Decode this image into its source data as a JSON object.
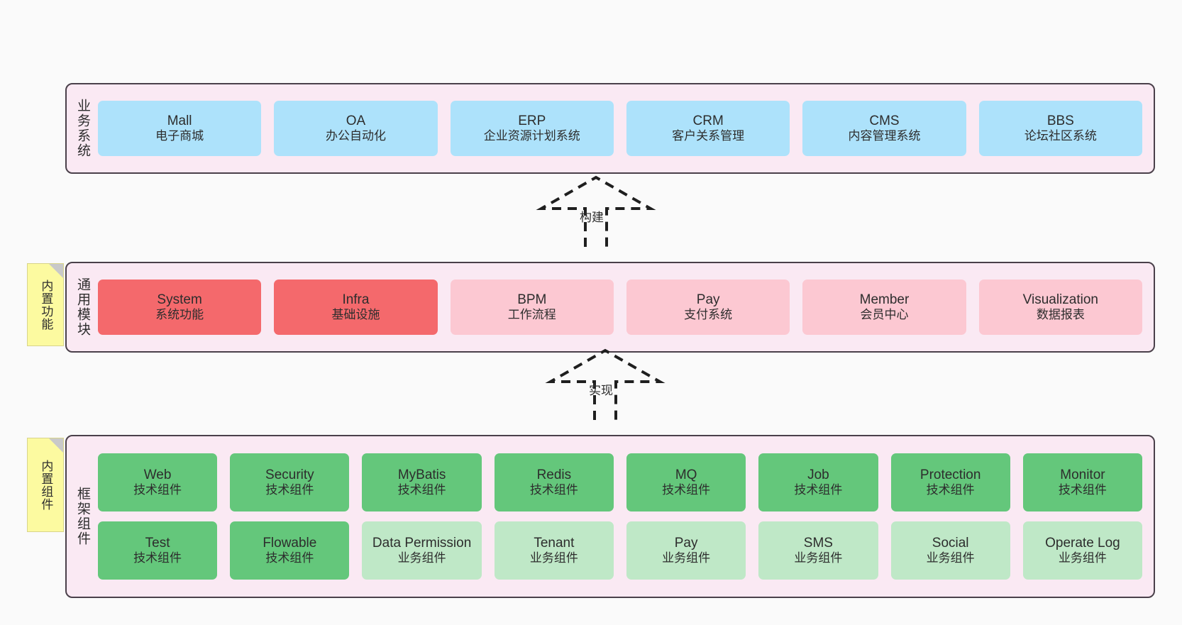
{
  "diagram": {
    "background_color": "#fafafa",
    "layer_fill": "#fae9f3",
    "layer_border": "#4a404a",
    "sticky_color": "#fcfaa0",
    "colors": {
      "blue": "#ade2fb",
      "red": "#f4696c",
      "pink": "#fcc8d2",
      "green": "#64c77b",
      "green_light": "#bfe8c7"
    }
  },
  "layers": {
    "business": {
      "label": "业务系统",
      "rows": [
        [
          {
            "en": "Mall",
            "cn": "电子商城",
            "color": "blue"
          },
          {
            "en": "OA",
            "cn": "办公自动化",
            "color": "blue"
          },
          {
            "en": "ERP",
            "cn": "企业资源计划系统",
            "color": "blue"
          },
          {
            "en": "CRM",
            "cn": "客户关系管理",
            "color": "blue"
          },
          {
            "en": "CMS",
            "cn": "内容管理系统",
            "color": "blue"
          },
          {
            "en": "BBS",
            "cn": "论坛社区系统",
            "color": "blue"
          }
        ]
      ]
    },
    "modules": {
      "label": "通用模块",
      "sticky": "内置功能",
      "rows": [
        [
          {
            "en": "System",
            "cn": "系统功能",
            "color": "red"
          },
          {
            "en": "Infra",
            "cn": "基础设施",
            "color": "red"
          },
          {
            "en": "BPM",
            "cn": "工作流程",
            "color": "pink"
          },
          {
            "en": "Pay",
            "cn": "支付系统",
            "color": "pink"
          },
          {
            "en": "Member",
            "cn": "会员中心",
            "color": "pink"
          },
          {
            "en": "Visualization",
            "cn": "数据报表",
            "color": "pink"
          }
        ]
      ]
    },
    "framework": {
      "label": "框架组件",
      "sticky": "内置组件",
      "rows": [
        [
          {
            "en": "Web",
            "cn": "技术组件",
            "color": "green"
          },
          {
            "en": "Security",
            "cn": "技术组件",
            "color": "green"
          },
          {
            "en": "MyBatis",
            "cn": "技术组件",
            "color": "green"
          },
          {
            "en": "Redis",
            "cn": "技术组件",
            "color": "green"
          },
          {
            "en": "MQ",
            "cn": "技术组件",
            "color": "green"
          },
          {
            "en": "Job",
            "cn": "技术组件",
            "color": "green"
          },
          {
            "en": "Protection",
            "cn": "技术组件",
            "color": "green"
          },
          {
            "en": "Monitor",
            "cn": "技术组件",
            "color": "green"
          }
        ],
        [
          {
            "en": "Test",
            "cn": "技术组件",
            "color": "green"
          },
          {
            "en": "Flowable",
            "cn": "技术组件",
            "color": "green"
          },
          {
            "en": "Data Permission",
            "cn": "业务组件",
            "color": "green_light"
          },
          {
            "en": "Tenant",
            "cn": "业务组件",
            "color": "green_light"
          },
          {
            "en": "Pay",
            "cn": "业务组件",
            "color": "green_light"
          },
          {
            "en": "SMS",
            "cn": "业务组件",
            "color": "green_light"
          },
          {
            "en": "Social",
            "cn": "业务组件",
            "color": "green_light"
          },
          {
            "en": "Operate Log",
            "cn": "业务组件",
            "color": "green_light"
          }
        ]
      ]
    }
  },
  "arrows": [
    {
      "name": "build",
      "label": "构建",
      "from": "modules",
      "to": "business",
      "style": "dashed-generalization"
    },
    {
      "name": "implement",
      "label": "实现",
      "from": "framework",
      "to": "modules",
      "style": "dashed-generalization"
    }
  ]
}
